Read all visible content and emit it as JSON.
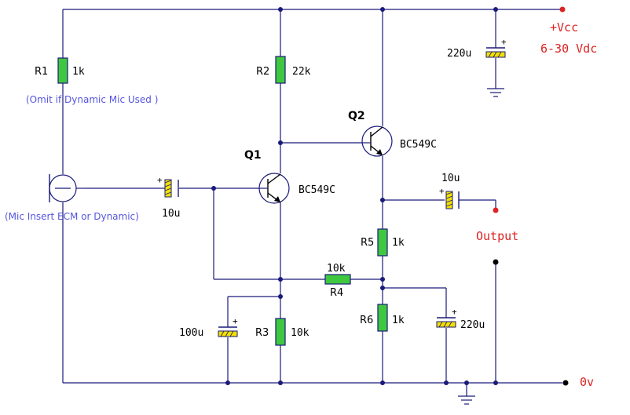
{
  "components": {
    "r1": {
      "ref": "R1",
      "value": "1k"
    },
    "r2": {
      "ref": "R2",
      "value": "22k"
    },
    "r3": {
      "ref": "R3",
      "value": "10k"
    },
    "r4": {
      "ref": "R4",
      "value": "10k"
    },
    "r5": {
      "ref": "R5",
      "value": "1k"
    },
    "r6": {
      "ref": "R6",
      "value": "1k"
    },
    "q1": {
      "ref": "Q1",
      "part": "BC549C"
    },
    "q2": {
      "ref": "Q2",
      "part": "BC549C"
    },
    "c_in": {
      "value": "10u",
      "polarity": "+"
    },
    "c_out": {
      "value": "10u",
      "polarity": "+"
    },
    "c_supply": {
      "value": "220u",
      "polarity": "+"
    },
    "c_q1e": {
      "value": "100u",
      "polarity": "+"
    },
    "c_q2e": {
      "value": "220u",
      "polarity": "+"
    }
  },
  "notes": {
    "r1_note": "(Omit if Dynamic Mic Used )",
    "mic_note": "(Mic Insert  ECM or Dynamic)"
  },
  "terminals": {
    "vcc": "+Vcc",
    "vcc_range": "6-30 Vdc",
    "output": "Output",
    "ground": "0v"
  },
  "colors": {
    "wire": "#1a1a7a",
    "resistor": "#3fc83f",
    "capacitor": "#f2e000",
    "terminal_text": "#dd2222",
    "note_text": "#5555dd"
  }
}
